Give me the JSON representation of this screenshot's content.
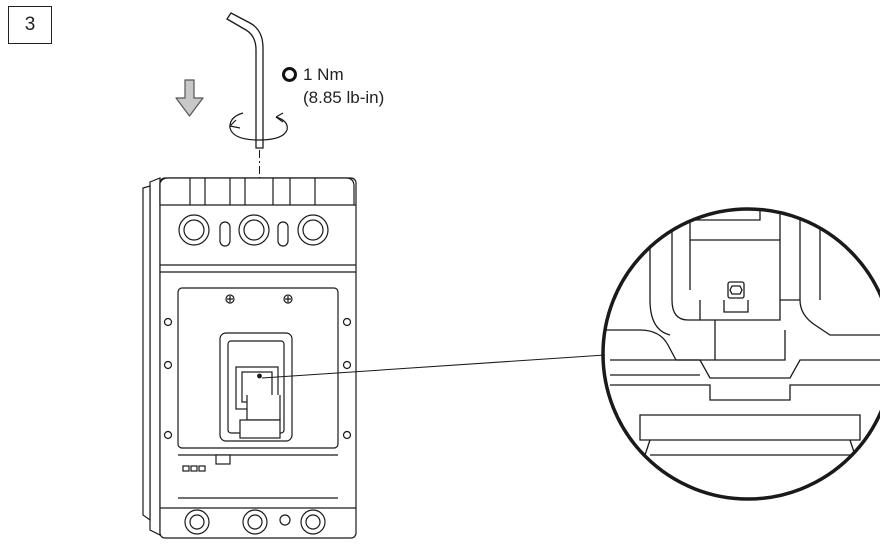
{
  "step": {
    "number": "3"
  },
  "torque": {
    "value_metric": "1 Nm",
    "value_imperial": "(8.85 lb-in)",
    "icon": "circle-torque-icon"
  },
  "diagram": {
    "subject": "molded case circuit breaker",
    "tool": "hex-key",
    "detail_view": "magnified-hex-screw"
  },
  "colors": {
    "line": "#1a1a1a",
    "arrow_fill": "#c8c8c8",
    "background": "#ffffff"
  }
}
